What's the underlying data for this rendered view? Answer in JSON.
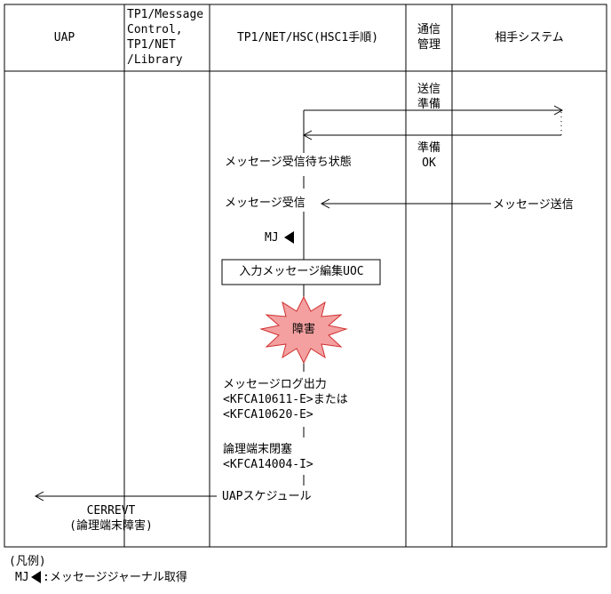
{
  "columns": {
    "uap": "UAP",
    "middleware": [
      "TP1/Message",
      "Control,",
      "TP1/NET",
      "/Library"
    ],
    "protocol": "TP1/NET/HSC(HSC1手順)",
    "comm": [
      "通信",
      "管理"
    ],
    "remote": "相手システム"
  },
  "flow": {
    "send_prep": [
      "送信",
      "準備"
    ],
    "prep_ok": [
      "準備",
      "OK"
    ],
    "wait_state": "メッセージ受信待ち状態",
    "receive": "メッセージ受信",
    "remote_send": "メッセージ送信",
    "mj": "MJ",
    "uoc_box": "入力メッセージ編集UOC",
    "failure": "障害",
    "log_output": [
      "メッセージログ出力",
      "<KFCA10611-E>または",
      "<KFCA10620-E>"
    ],
    "terminal_block": [
      "論理端末閉塞",
      "<KFCA14004-I>"
    ],
    "uap_schedule": "UAPスケジュール",
    "cerrevt": [
      "CERREVT",
      "(論理端末障害)"
    ]
  },
  "legend": {
    "title": "(凡例)",
    "mj": "MJ",
    "description": ":メッセージジャーナル取得"
  }
}
